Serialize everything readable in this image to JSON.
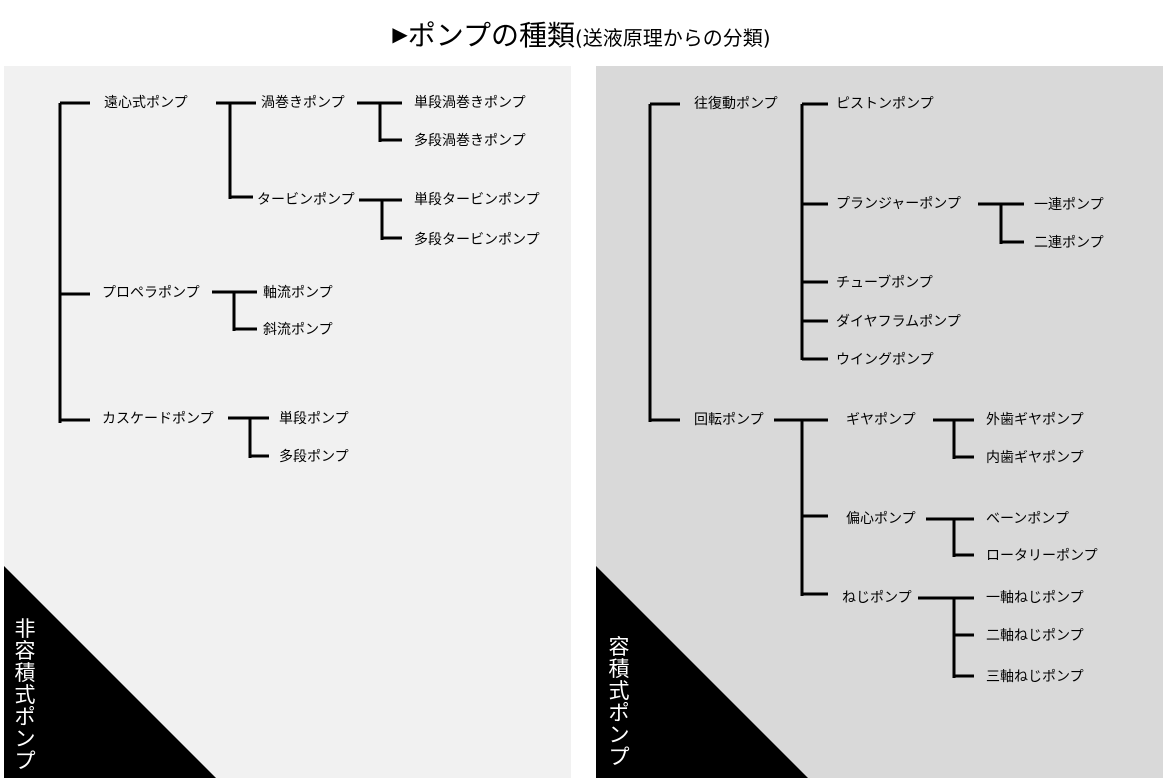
{
  "title": {
    "marker": "▶",
    "main": "ポンプの種類",
    "sub": "(送液原理からの分類)"
  },
  "left": {
    "label": "非容積式ポンプ",
    "background": "#f1f1f1",
    "nodes": {
      "enshin": "遠心式ポンプ",
      "uzumaki": "渦巻きポンプ",
      "tandan_uzumaki": "単段渦巻きポンプ",
      "tadan_uzumaki": "多段渦巻きポンプ",
      "turbine": "タービンポンプ",
      "tandan_turbine": "単段タービンポンプ",
      "tadan_turbine": "多段タービンポンプ",
      "propeller": "プロペラポンプ",
      "jikuryu": "軸流ポンプ",
      "shaRyu": "斜流ポンプ",
      "cascade": "カスケードポンプ",
      "tandan": "単段ポンプ",
      "tadan": "多段ポンプ"
    }
  },
  "right": {
    "label": "容積式ポンプ",
    "background": "#d9d9d9",
    "nodes": {
      "oufuku": "往復動ポンプ",
      "piston": "ピストンポンプ",
      "plunger": "プランジャーポンプ",
      "ichiren": "一連ポンプ",
      "niren": "二連ポンプ",
      "tube": "チューブポンプ",
      "diaphragm": "ダイヤフラムポンプ",
      "wing": "ウイングポンプ",
      "kaiten": "回転ポンプ",
      "gear": "ギヤポンプ",
      "sotoba_gear": "外歯ギヤポンプ",
      "uchiba_gear": "内歯ギヤポンプ",
      "henshin": "偏心ポンプ",
      "vane": "ベーンポンプ",
      "rotary": "ロータリーポンプ",
      "neji": "ねじポンプ",
      "ichijiku_neji": "一軸ねじポンプ",
      "nijiku_neji": "二軸ねじポンプ",
      "sanjiku_neji": "三軸ねじポンプ"
    }
  }
}
